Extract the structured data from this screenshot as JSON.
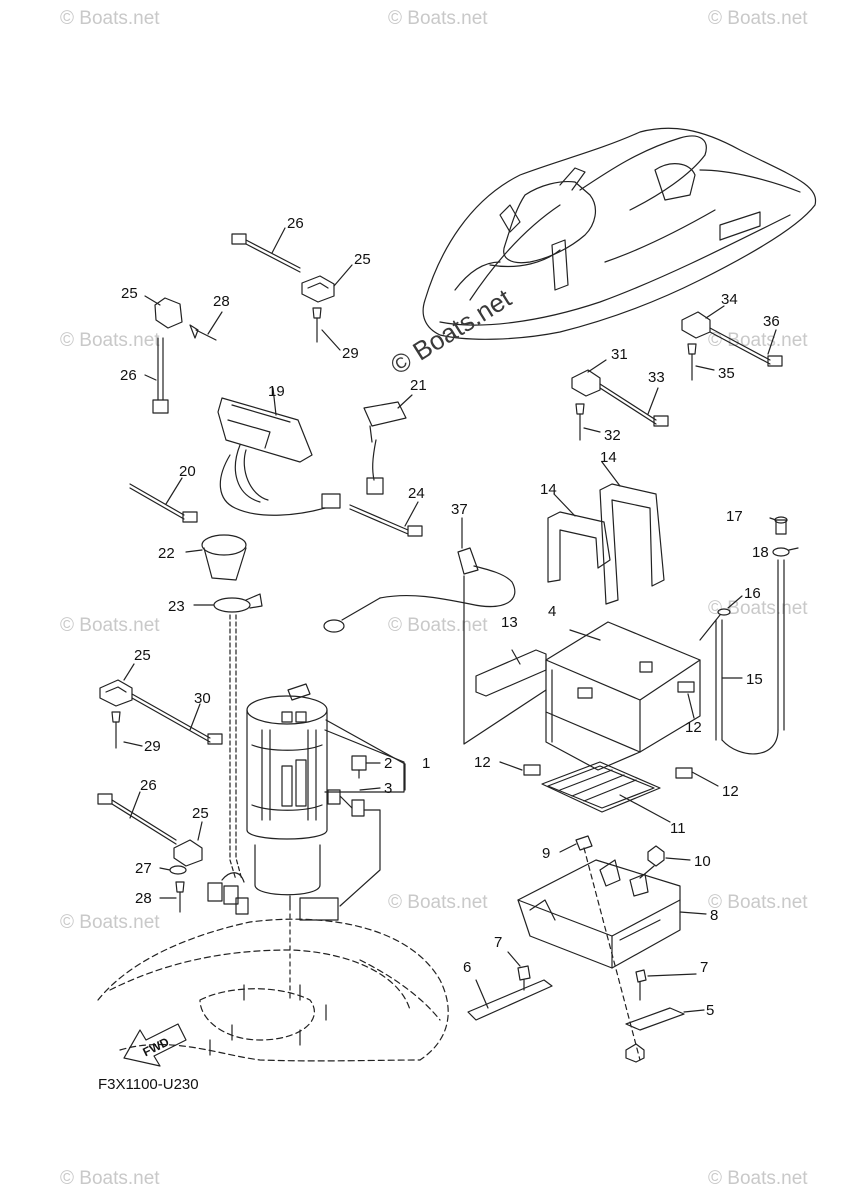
{
  "watermarks": [
    "© Boats.net",
    "© Boats.net",
    "© Boats.net",
    "© Boats.net",
    "© Boats.net",
    "© Boats.net",
    "© Boats.net",
    "© Boats.net",
    "© Boats.net",
    "© Boats.net",
    "© Boats.net",
    "© Boats.net",
    "© Boats.net"
  ],
  "center_watermark": "© Boats.net",
  "diagram_code": "F3X1100-U230",
  "fwd_label": "FWD",
  "callouts": [
    "26",
    "25",
    "25",
    "28",
    "29",
    "26",
    "19",
    "21",
    "20",
    "24",
    "22",
    "23",
    "37",
    "14",
    "14",
    "17",
    "18",
    "16",
    "15",
    "31",
    "33",
    "32",
    "34",
    "36",
    "35",
    "13",
    "4",
    "12",
    "12",
    "12",
    "11",
    "25",
    "30",
    "29",
    "2",
    "1",
    "3",
    "26",
    "25",
    "27",
    "28",
    "9",
    "10",
    "8",
    "7",
    "7",
    "6",
    "5"
  ]
}
